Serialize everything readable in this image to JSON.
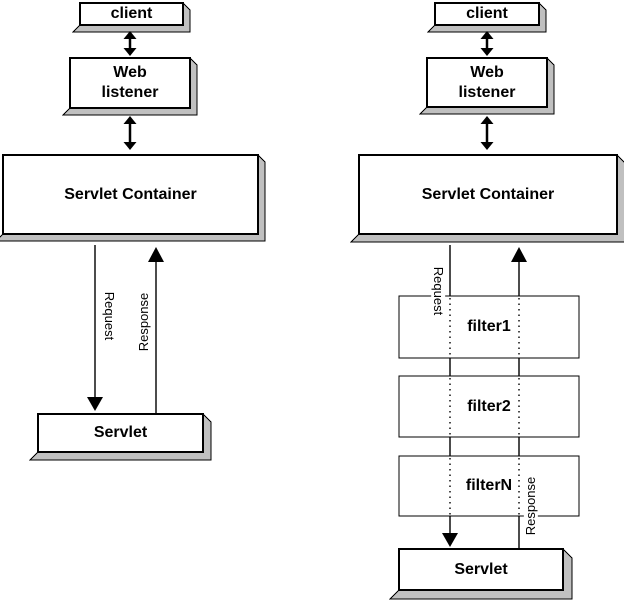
{
  "colors": {
    "shadow": "#c0c0c0",
    "stroke": "#000000",
    "box_fill": "#ffffff",
    "background": "#ffffff"
  },
  "left": {
    "client": "client",
    "web_listener": "Web listener",
    "servlet_container": "Servlet Container",
    "servlet": "Servlet",
    "request": "Request",
    "response": "Response"
  },
  "right": {
    "client": "client",
    "web_listener": "Web listener",
    "servlet_container": "Servlet Container",
    "filters": [
      "filter1",
      "filter2",
      "filterN"
    ],
    "servlet": "Servlet",
    "request": "Request",
    "response": "Response"
  }
}
